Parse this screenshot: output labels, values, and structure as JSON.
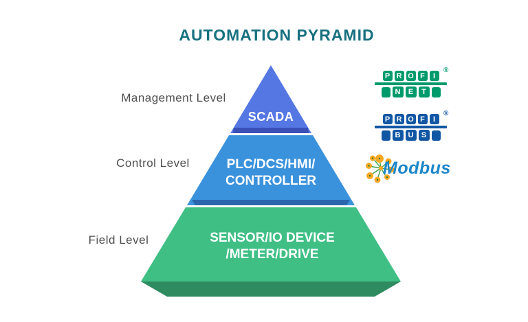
{
  "title": "AUTOMATION PYRAMID",
  "title_color": "#17707f",
  "pyramid": {
    "levels": [
      {
        "side_label": "Management Level",
        "lines": [
          "SCADA"
        ],
        "fill": "#5577e3",
        "edge_fill": "#3a50b8"
      },
      {
        "side_label": "Control Level",
        "lines": [
          "PLC/DCS/HMI/",
          "CONTROLLER"
        ],
        "fill": "#3b92dc",
        "edge_fill": "#2a66ae"
      },
      {
        "side_label": "Field Level",
        "lines": [
          "SENSOR/IO DEVICE",
          "/METER/DRIVE"
        ],
        "fill": "#40bf85",
        "edge_fill": "#2e8a5f"
      }
    ]
  },
  "logos": {
    "profinet": {
      "top_letters": [
        "P",
        "R",
        "O",
        "F",
        "I"
      ],
      "bottom_letters": [
        "N",
        "E",
        "T"
      ],
      "registered": "®",
      "color": "#009a6b"
    },
    "profibus": {
      "top_letters": [
        "P",
        "R",
        "O",
        "F",
        "I"
      ],
      "bottom_letters": [
        "B",
        "U",
        "S"
      ],
      "registered": "®",
      "color": "#1257a4"
    },
    "modbus": {
      "text": "Modbus",
      "text_color": "#1d86c9",
      "node_color": "#f7a823",
      "link_color": "#3fa045"
    }
  }
}
